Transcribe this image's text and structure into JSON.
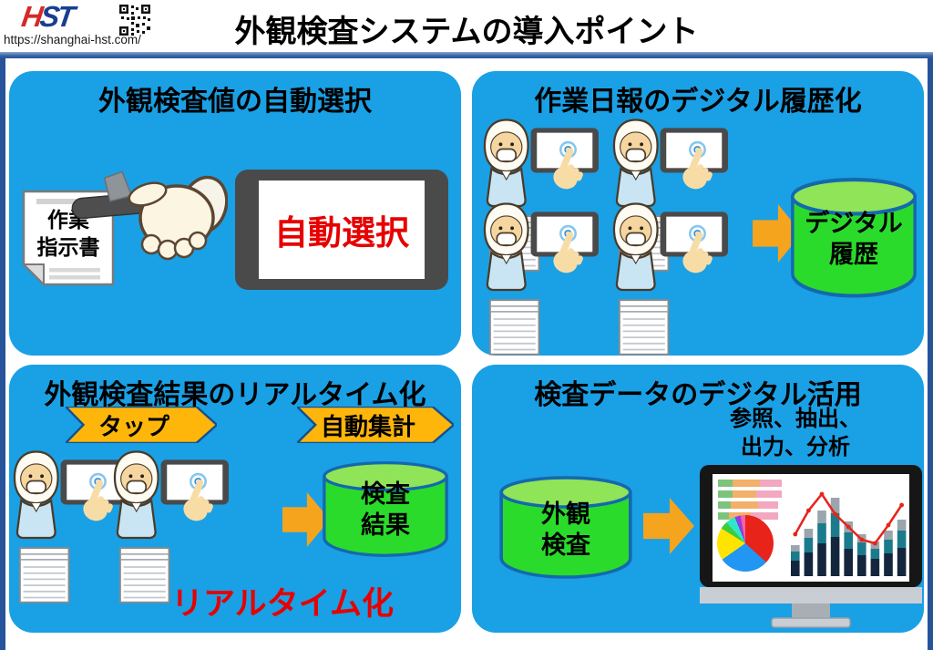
{
  "header": {
    "logo": "HST",
    "url": "https://shanghai-hst.com/",
    "title": "外観検査システムの導入ポイント"
  },
  "panels": {
    "auto_select": {
      "title": "外観検査値の自動選択",
      "document": [
        "作業",
        "指示書"
      ],
      "tablet_text": "自動選択"
    },
    "digital_history": {
      "title": "作業日報のデジタル履歴化",
      "cylinder": [
        "デジタル",
        "履歴"
      ]
    },
    "realtime": {
      "title": "外観検査結果のリアルタイム化",
      "banner_tap": "タップ",
      "banner_total": "自動集計",
      "cylinder": [
        "検査",
        "結果"
      ],
      "caption": "リアルタイム化"
    },
    "data_use": {
      "title": "検査データのデジタル活用",
      "notes": [
        "参照、抽出、",
        "出力、分析"
      ],
      "cylinder": [
        "外観",
        "検査"
      ]
    }
  },
  "colors": {
    "panel_blue": "#1AA0E5",
    "frame_blue": "#27539B",
    "arrow_orange": "#F5A41E",
    "banner_gold": "#FFB60A",
    "db_green": "#2BDB2B",
    "db_green_top": "#8FE457",
    "db_border": "#1568AE",
    "alert_red": "#E60000",
    "logo_red": "#D42A28",
    "logo_blue": "#1A3F8F"
  }
}
